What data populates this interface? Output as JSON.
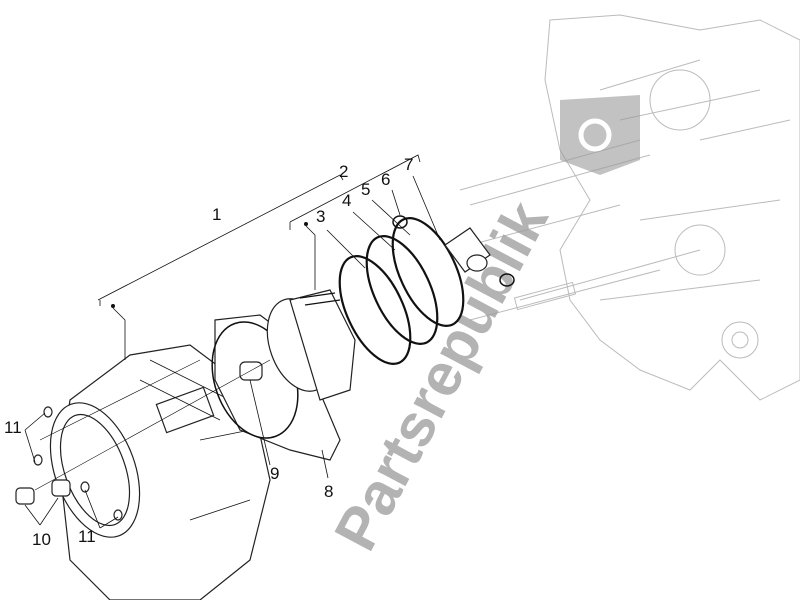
{
  "diagram": {
    "callouts": [
      {
        "id": "1",
        "label": "1"
      },
      {
        "id": "2",
        "label": "2"
      },
      {
        "id": "3",
        "label": "3"
      },
      {
        "id": "4",
        "label": "4"
      },
      {
        "id": "5",
        "label": "5"
      },
      {
        "id": "6",
        "label": "6"
      },
      {
        "id": "7",
        "label": "7"
      },
      {
        "id": "8",
        "label": "8"
      },
      {
        "id": "9",
        "label": "9"
      },
      {
        "id": "10",
        "label": "10"
      },
      {
        "id": "11a",
        "label": "11"
      },
      {
        "id": "11b",
        "label": "11"
      }
    ],
    "watermark": "Partsrepublik",
    "watermark_icon": "gear-icon"
  }
}
